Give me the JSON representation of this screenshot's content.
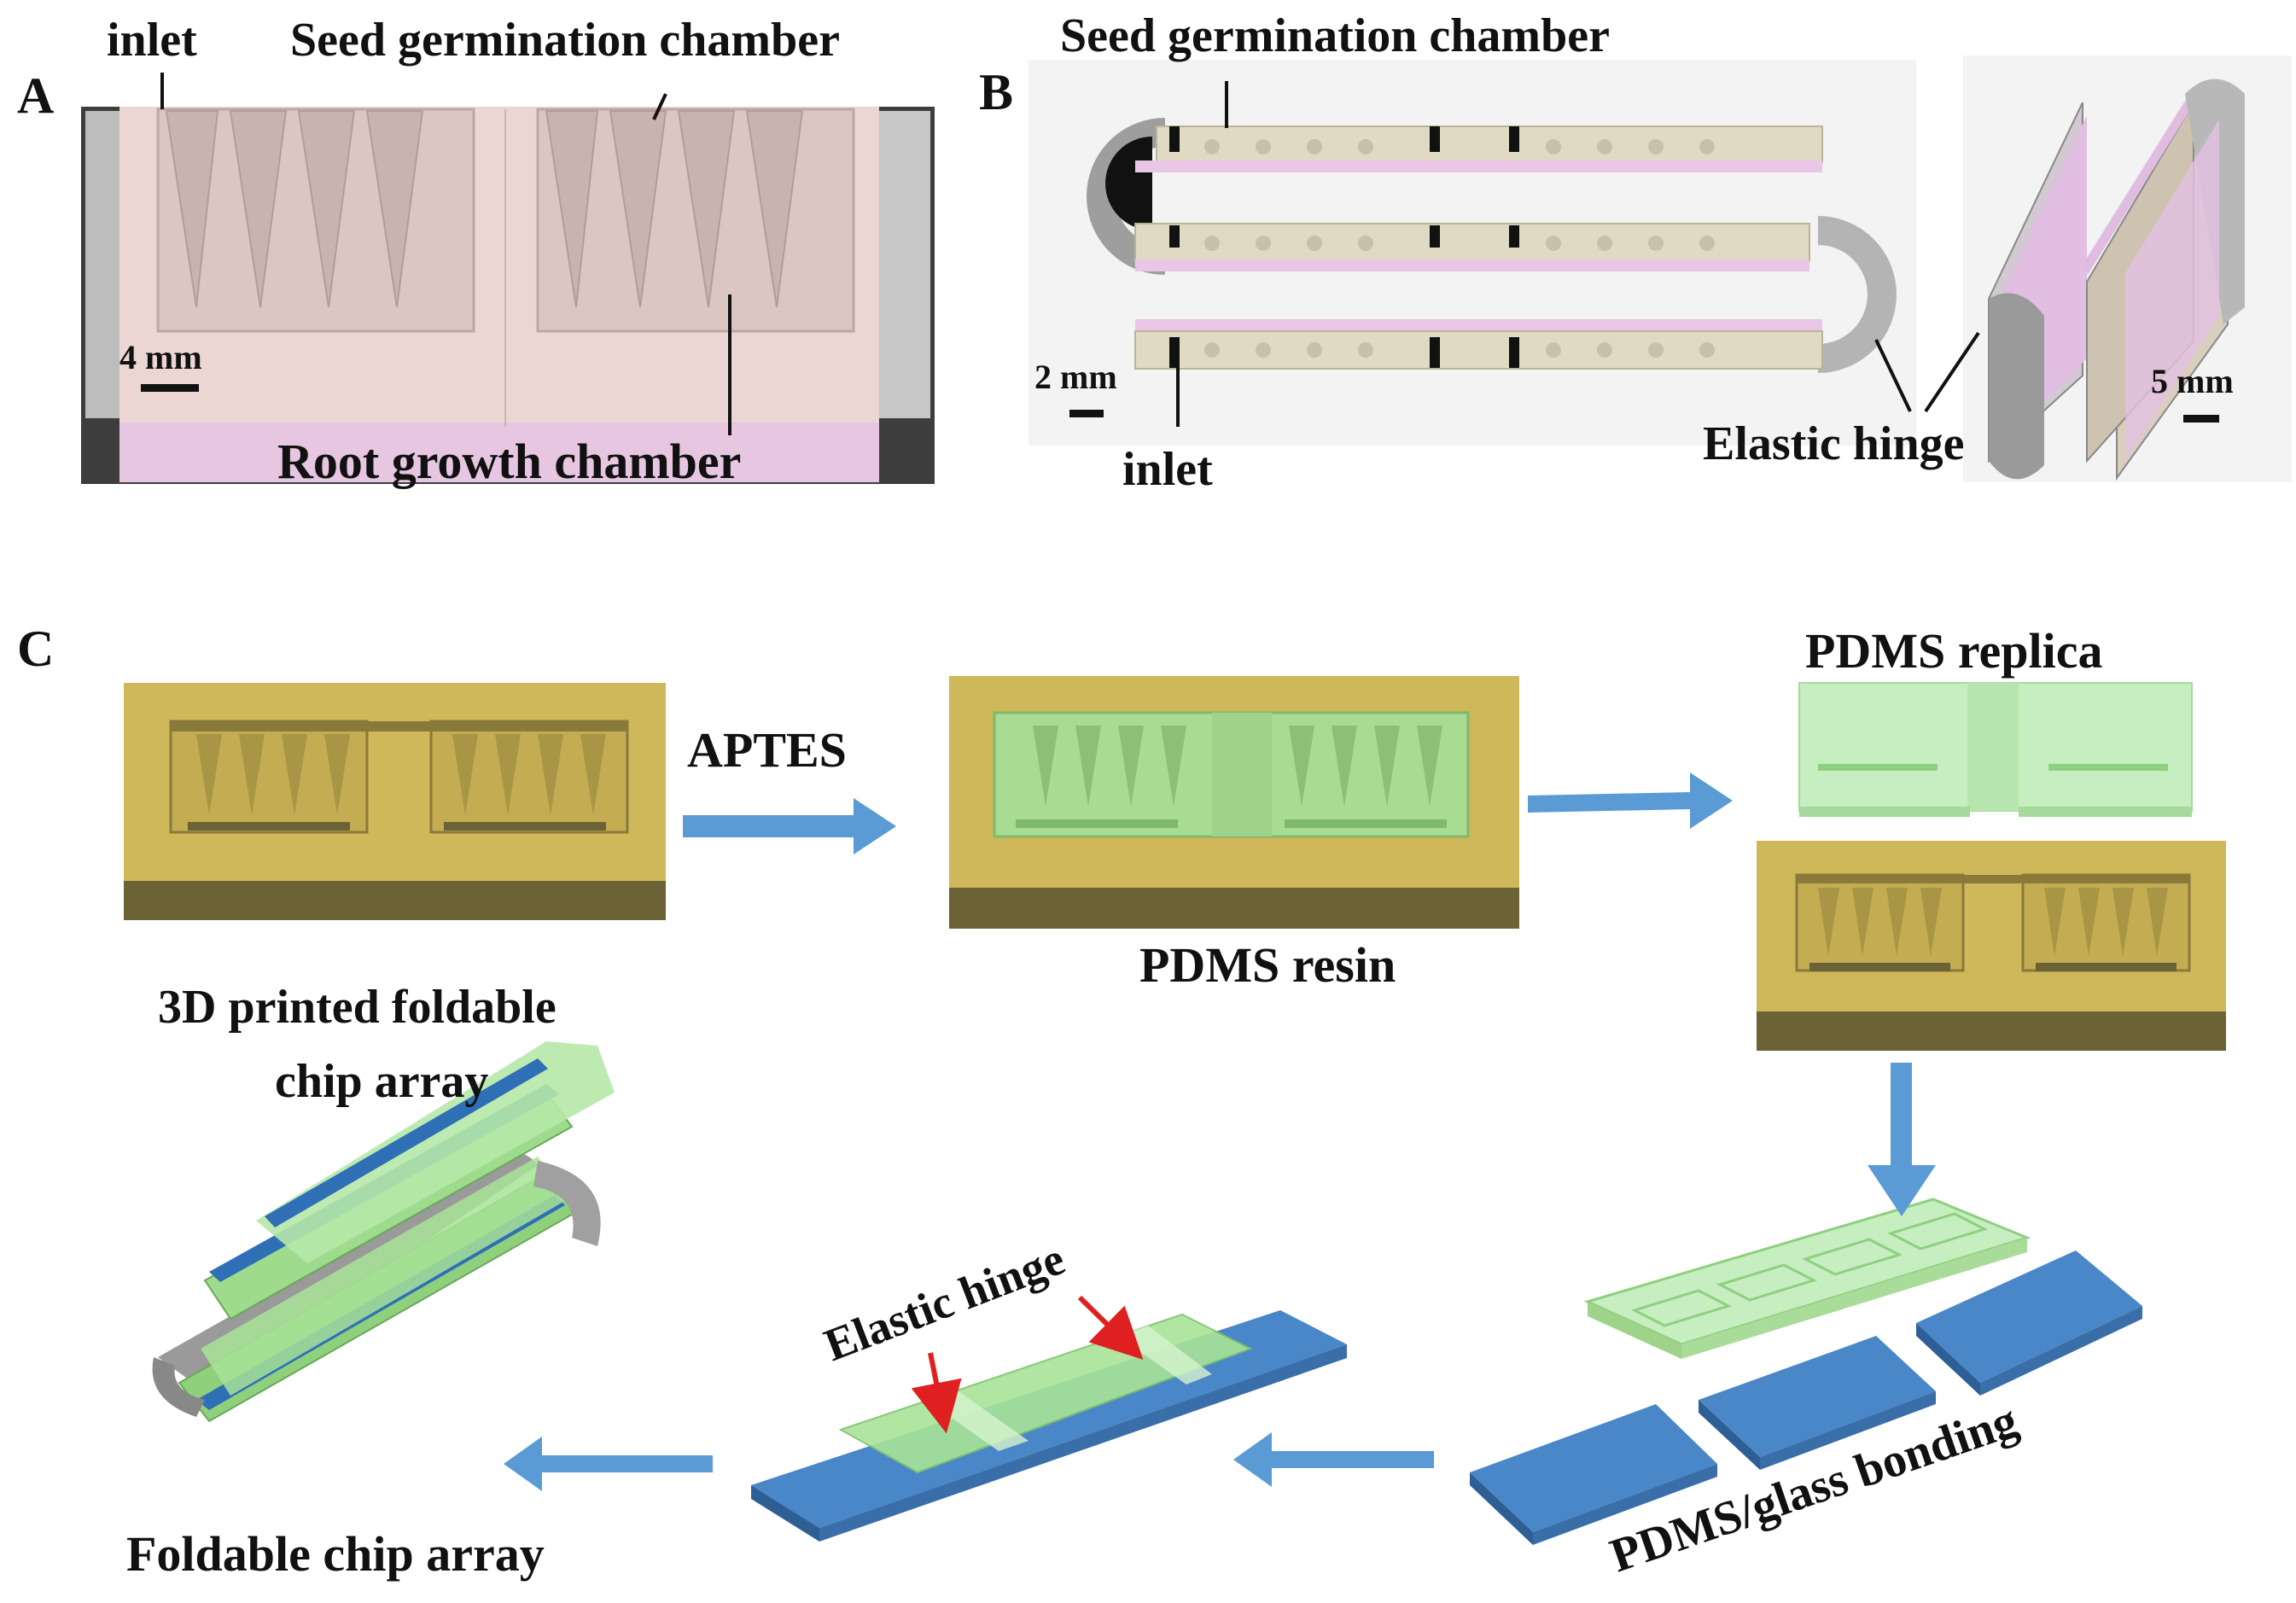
{
  "panel_labels": {
    "a": "A",
    "b": "B",
    "c": "C"
  },
  "panel_a": {
    "inlet": "inlet",
    "seed_chamber": "Seed germination chamber",
    "root_chamber": "Root growth chamber",
    "scale_bar": "4 mm"
  },
  "panel_b": {
    "seed_chamber": "Seed germination chamber",
    "inlet": "inlet",
    "hinge": "Elastic hinge",
    "scale_bar_left": "2 mm",
    "scale_bar_right": "5 mm"
  },
  "panel_c": {
    "printed_line1": "3D printed foldable",
    "printed_line2": "chip array",
    "aptes": "APTES",
    "pdms_resin": "PDMS resin",
    "pdms_replica": "PDMS replica",
    "bonding": "PDMS/glass bonding",
    "hinge": "Elastic hinge",
    "foldable": "Foldable chip array"
  },
  "colors": {
    "mold_top": "#cfb85a",
    "mold_side": "#6b6235",
    "pdms_green": "#9fe08f",
    "glass_blue": "#4a87c9",
    "arrow_blue": "#5b9bd5",
    "chamber_pink": "#e8c7c7",
    "red_arrow": "#e02020"
  }
}
